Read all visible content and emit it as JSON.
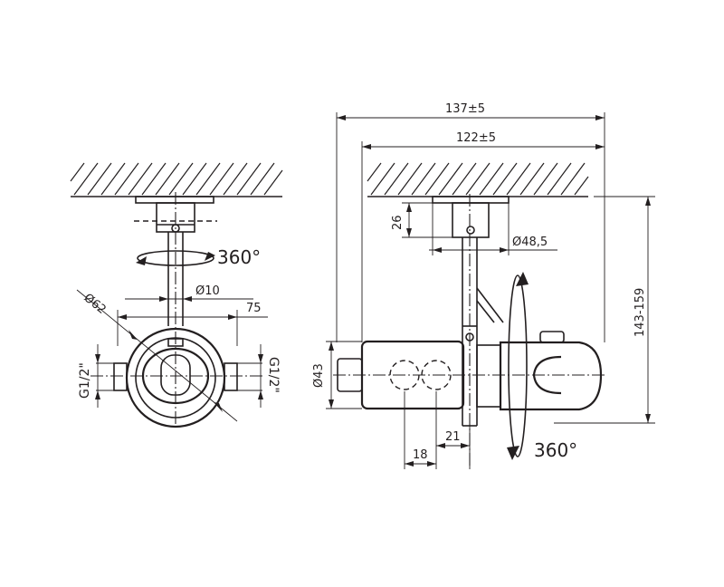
{
  "dimensions": {
    "overall_width": "137±5",
    "inner_width": "122±5",
    "height_range": "143-159",
    "mount_height": "26",
    "flange_diameter": "Ø48,5",
    "body_diameter": "Ø43",
    "dim_18": "18",
    "dim_21": "21",
    "rotation_side": "360°",
    "rotation_front": "360°",
    "pipe_diameter": "Ø10",
    "dim_75": "75",
    "round_diameter": "Ø62",
    "thread_left": "G1/2\"",
    "thread_right": "G1/2\""
  }
}
